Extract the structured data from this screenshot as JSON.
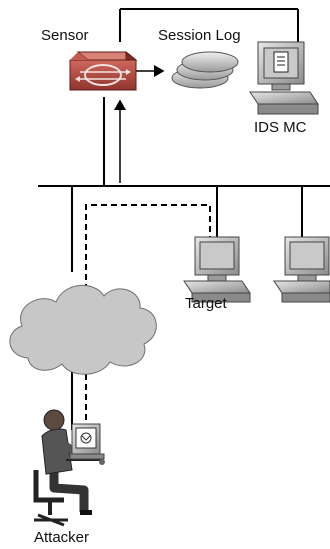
{
  "labels": {
    "sensor": "Sensor",
    "session_log": "Session Log",
    "ids_mc": "IDS MC",
    "target": "Target",
    "attacker": "Attacker"
  },
  "icons": {
    "sensor": "network-sensor-icon",
    "session_log": "database-stack-icon",
    "ids_mc": "management-workstation-icon",
    "target": "desktop-pc-icon",
    "host": "desktop-pc-icon",
    "internet": "cloud-icon",
    "attacker": "user-at-laptop-icon"
  },
  "colors": {
    "line": "#000000",
    "sensor_body": "#b4483f",
    "screen": "#c9c9c9",
    "cloud": "#c7c7c7"
  }
}
